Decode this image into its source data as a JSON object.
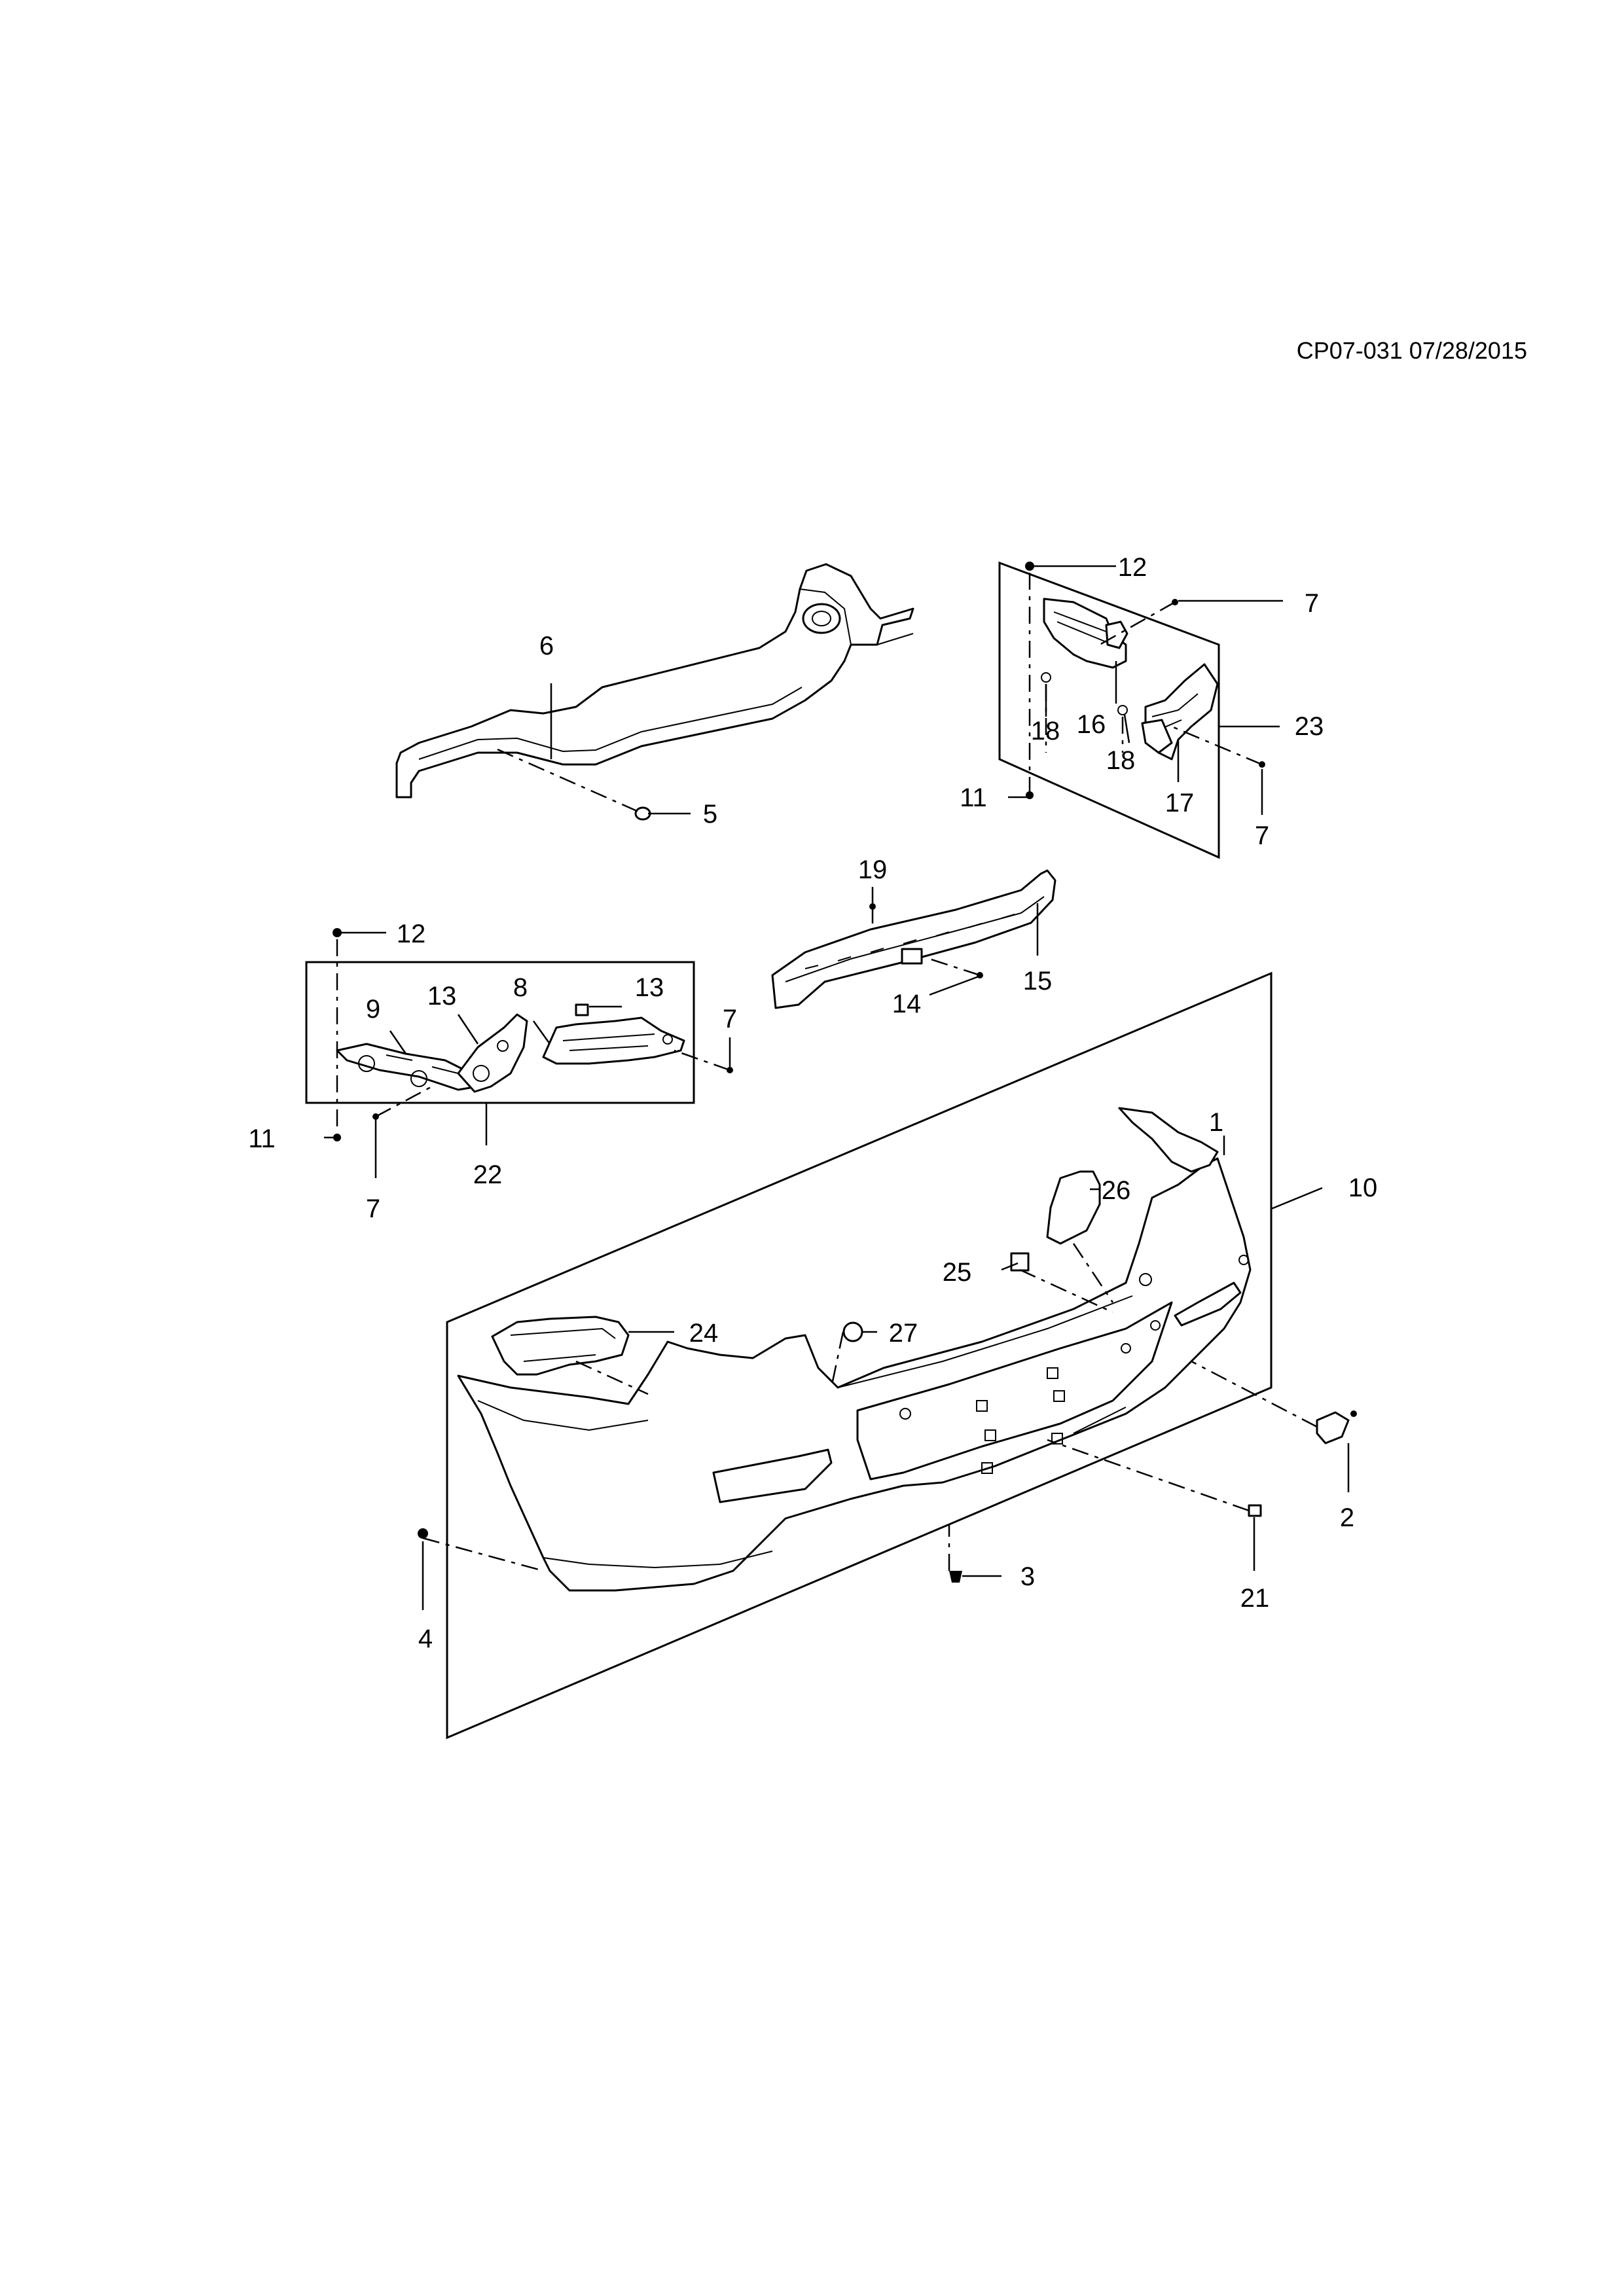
{
  "document": {
    "id": "CP07-031 07/28/2015"
  },
  "callouts": [
    {
      "key": "c1",
      "label": "1"
    },
    {
      "key": "c2",
      "label": "2"
    },
    {
      "key": "c3",
      "label": "3"
    },
    {
      "key": "c4",
      "label": "4"
    },
    {
      "key": "c5",
      "label": "5"
    },
    {
      "key": "c6",
      "label": "6"
    },
    {
      "key": "c7a",
      "label": "7"
    },
    {
      "key": "c7b",
      "label": "7"
    },
    {
      "key": "c7c",
      "label": "7"
    },
    {
      "key": "c7d",
      "label": "7"
    },
    {
      "key": "c8",
      "label": "8"
    },
    {
      "key": "c9",
      "label": "9"
    },
    {
      "key": "c10",
      "label": "10"
    },
    {
      "key": "c11a",
      "label": "11"
    },
    {
      "key": "c11b",
      "label": "11"
    },
    {
      "key": "c12a",
      "label": "12"
    },
    {
      "key": "c12b",
      "label": "12"
    },
    {
      "key": "c13a",
      "label": "13"
    },
    {
      "key": "c13b",
      "label": "13"
    },
    {
      "key": "c14",
      "label": "14"
    },
    {
      "key": "c15",
      "label": "15"
    },
    {
      "key": "c16",
      "label": "16"
    },
    {
      "key": "c17",
      "label": "17"
    },
    {
      "key": "c18a",
      "label": "18"
    },
    {
      "key": "c18b",
      "label": "18"
    },
    {
      "key": "c19",
      "label": "19"
    },
    {
      "key": "c21",
      "label": "21"
    },
    {
      "key": "c22",
      "label": "22"
    },
    {
      "key": "c23",
      "label": "23"
    },
    {
      "key": "c24",
      "label": "24"
    },
    {
      "key": "c25",
      "label": "25"
    },
    {
      "key": "c26",
      "label": "26"
    },
    {
      "key": "c27",
      "label": "27"
    }
  ]
}
